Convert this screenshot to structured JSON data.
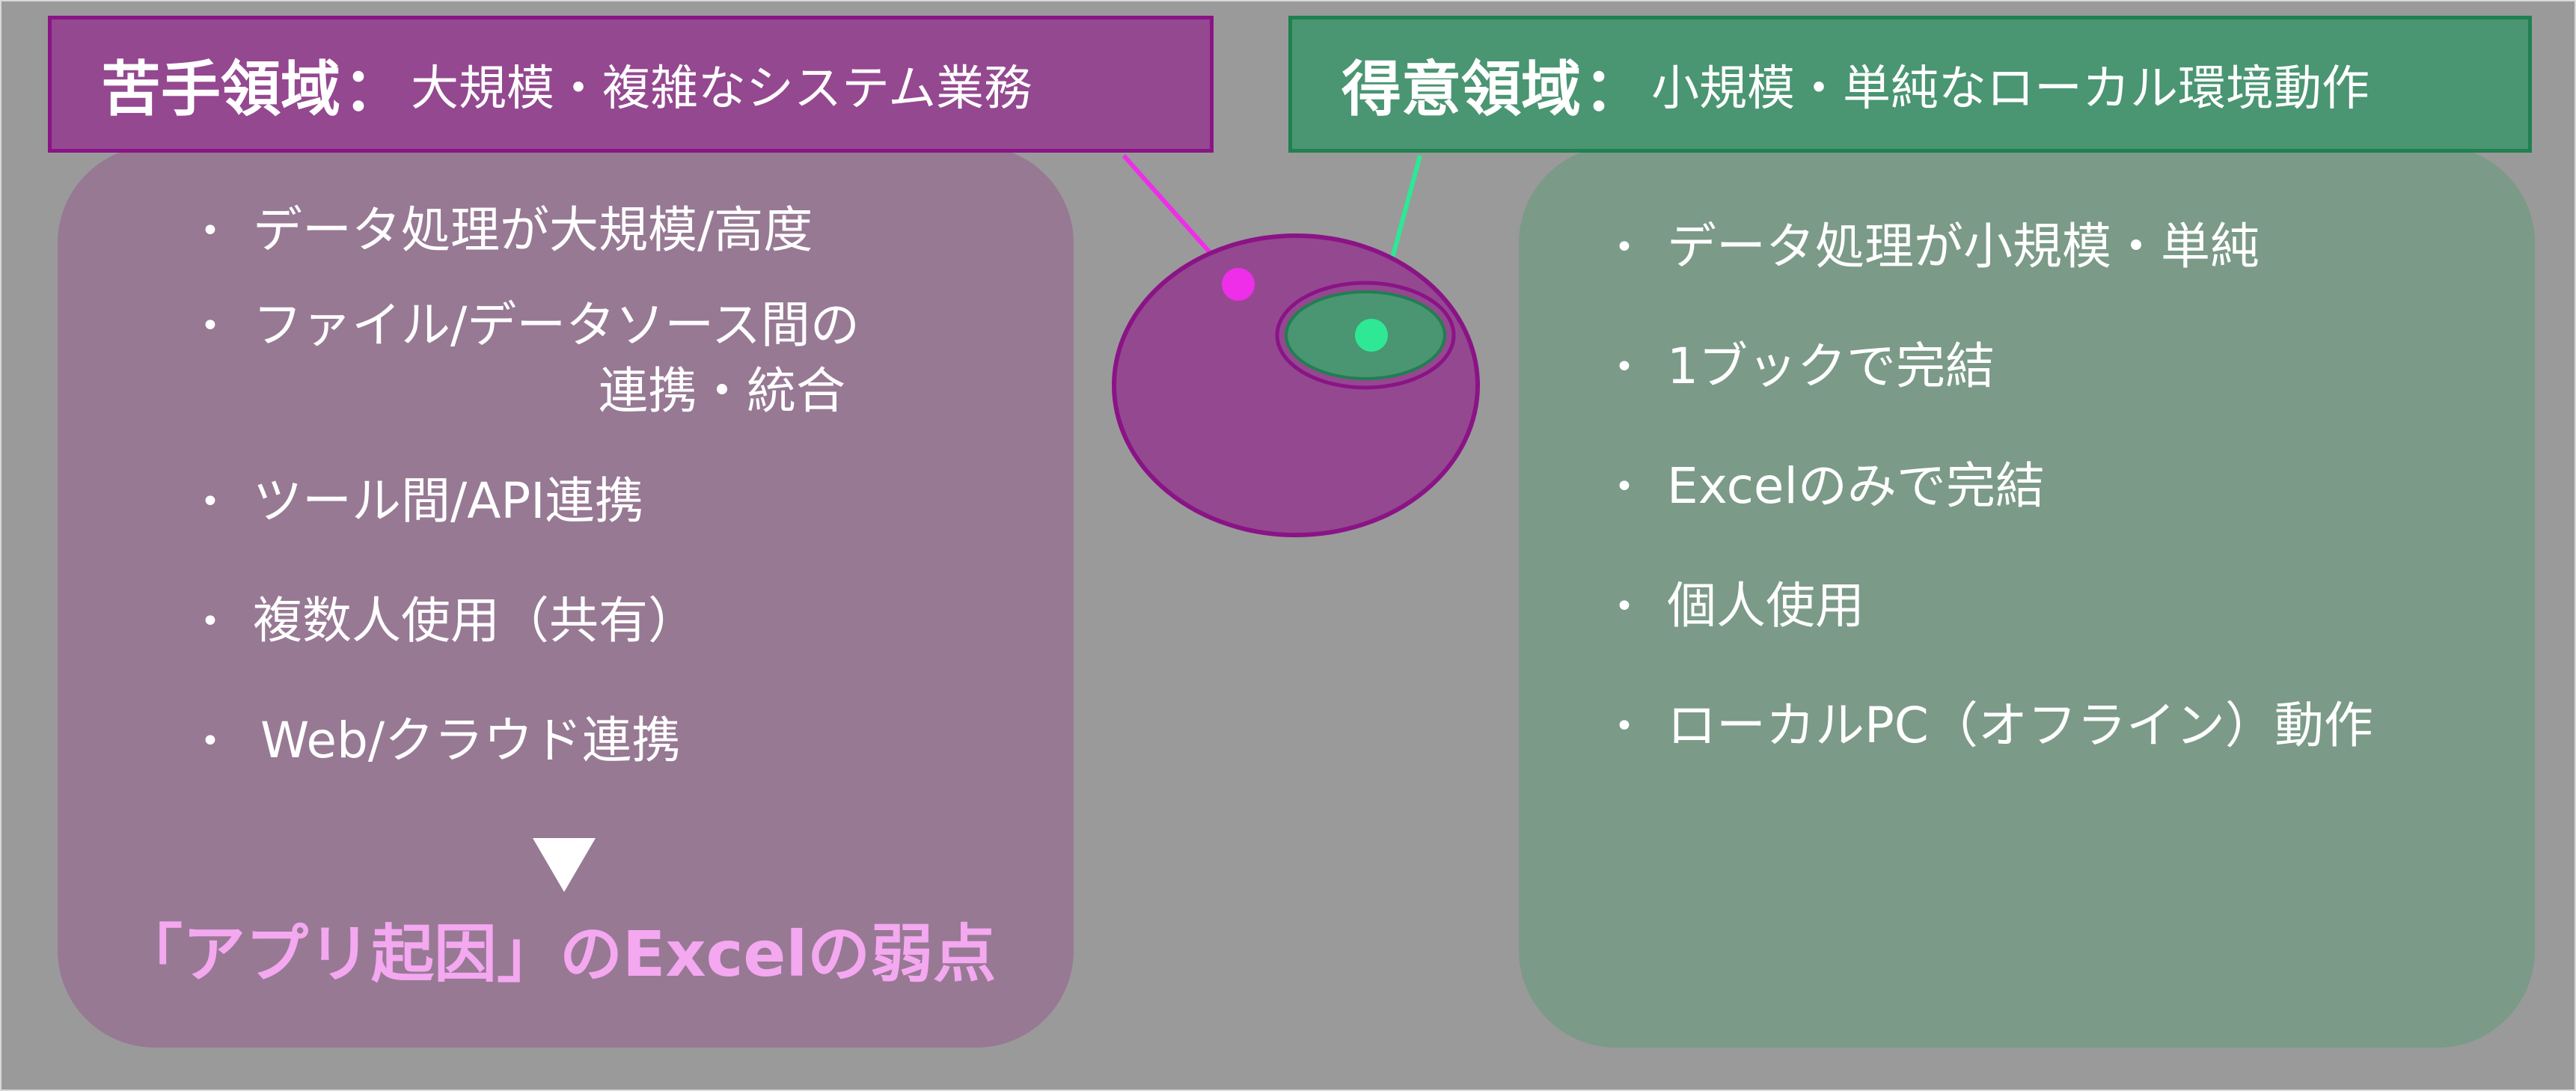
{
  "weak": {
    "title": "苦手領域",
    "colon": "：",
    "subtitle": "大規模・複雑なシステム業務",
    "items": [
      "データ処理が大規模/高度",
      "ファイル/データソース間の",
      "連携・統合",
      "ツール間/API連携",
      "複数人使用（共有）",
      "Web/クラウド連携"
    ],
    "conclusion": "「アプリ起因」のExcelの弱点",
    "color": "#944890"
  },
  "strong": {
    "title": "得意領域",
    "colon": "：",
    "subtitle": "小規模・単純なローカル環境動作",
    "items": [
      "データ処理が小規模・単純",
      "1ブックで完結",
      "Excelのみで完結",
      "個人使用",
      "ローカルPC（オフライン）動作"
    ],
    "color": "#4a9572"
  },
  "bullet_char": "•"
}
